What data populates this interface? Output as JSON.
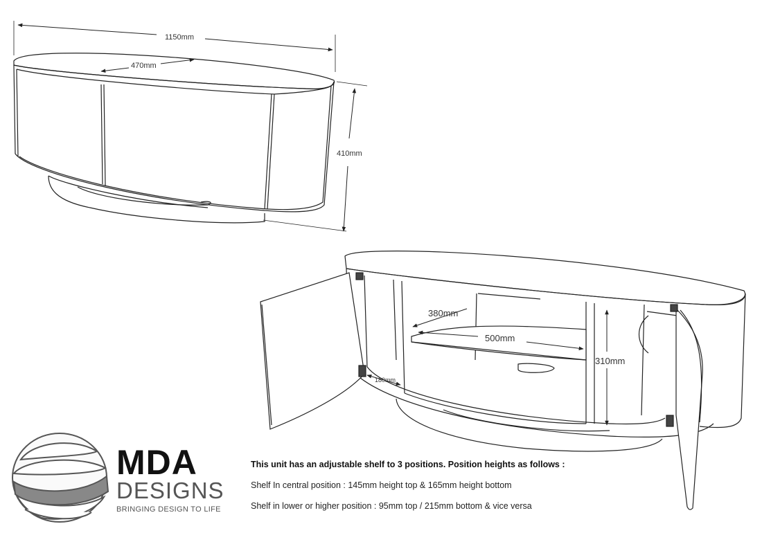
{
  "diagram": {
    "top_view": {
      "width_label": "1150mm",
      "depth_label": "470mm",
      "height_label": "410mm"
    },
    "open_view": {
      "shelf_depth_label": "380mm",
      "shelf_width_label": "500mm",
      "inner_height_label": "310mm",
      "door_depth_label": "180mm"
    }
  },
  "notes": {
    "title": "This unit has an adjustable shelf to 3 positions. Position heights as follows :",
    "lines": [
      "Shelf In central position : 145mm height top & 165mm height bottom",
      "Shelf in lower or higher position : 95mm top  / 215mm bottom & vice versa"
    ]
  },
  "brand": {
    "name": "MDA",
    "sub": "DESIGNS",
    "tagline": "BRINGING DESIGN TO LIFE"
  }
}
